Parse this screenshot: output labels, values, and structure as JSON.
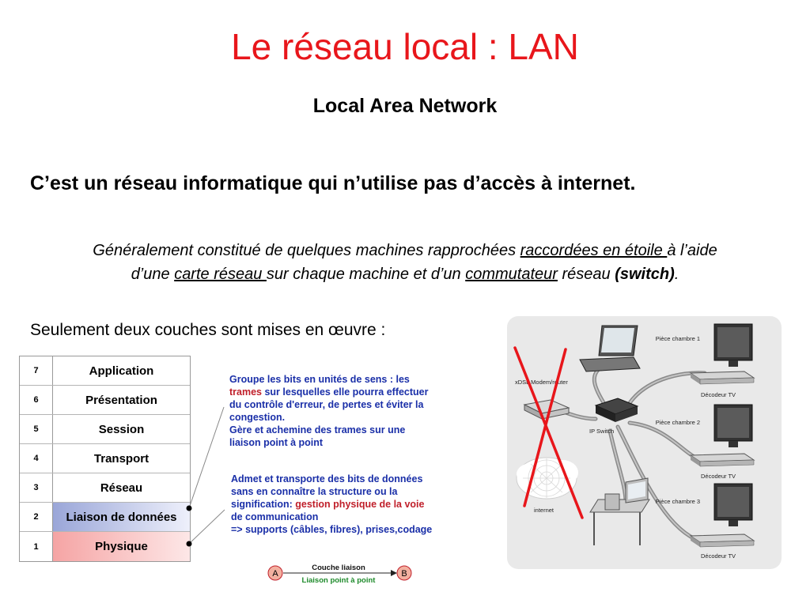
{
  "slide": {
    "title": "Le réseau local : LAN",
    "subtitle": "Local Area Network",
    "statement": "C’est un réseau informatique qui n’utilise pas d’accès à internet.",
    "description": {
      "p1": "Généralement constitué de quelques machines rapprochées ",
      "link1": "raccordées en étoile ",
      "p2": "à l’aide",
      "p3": "d’une ",
      "link2": "carte réseau ",
      "p4": "sur chaque machine et d’un ",
      "link3": "commutateur",
      "p5": " réseau ",
      "bold": "(switch)",
      "p6": "."
    },
    "layers_intro": "Seulement deux couches sont mises en œuvre :"
  },
  "osi": {
    "layers": [
      {
        "num": "7",
        "name": "Application"
      },
      {
        "num": "6",
        "name": "Présentation"
      },
      {
        "num": "5",
        "name": "Session"
      },
      {
        "num": "4",
        "name": "Transport"
      },
      {
        "num": "3",
        "name": "Réseau"
      },
      {
        "num": "2",
        "name": "Liaison de données"
      },
      {
        "num": "1",
        "name": "Physique"
      }
    ],
    "note_liaison": {
      "l1": "Groupe les bits en unités de sens : les",
      "l2a": "trames",
      "l2b": " sur lesquelles elle pourra effectuer",
      "l3": "du contrôle d'erreur, de pertes et éviter la",
      "l4": "congestion.",
      "l5": "Gère et achemine des trames sur une",
      "l6": "liaison point à point"
    },
    "note_physique": {
      "l1": "Admet et transporte des bits de données",
      "l2": "sans en connaître la structure ou la",
      "l3a": "signification: ",
      "l3b": "gestion physique de la voie",
      "l4": "de communication",
      "l5": "=> supports (câbles, fibres), prises,codage"
    },
    "link_diagram": {
      "node_a": "A",
      "node_b": "B",
      "top_label": "Couche liaison",
      "bottom_label": "Liaison point à point"
    }
  },
  "network": {
    "modem_label": "xDSL Modem/router",
    "switch_label": "IP Switch",
    "internet_label": "internet",
    "room1": "Pièce chambre 1",
    "room2": "Pièce chambre 2",
    "room3": "Pièce chambre 3",
    "decoder": "Décodeur TV"
  },
  "colors": {
    "title": "#e8161b",
    "note_blue": "#1a2fa8",
    "note_red": "#c0202b",
    "cross": "#e8161b"
  }
}
